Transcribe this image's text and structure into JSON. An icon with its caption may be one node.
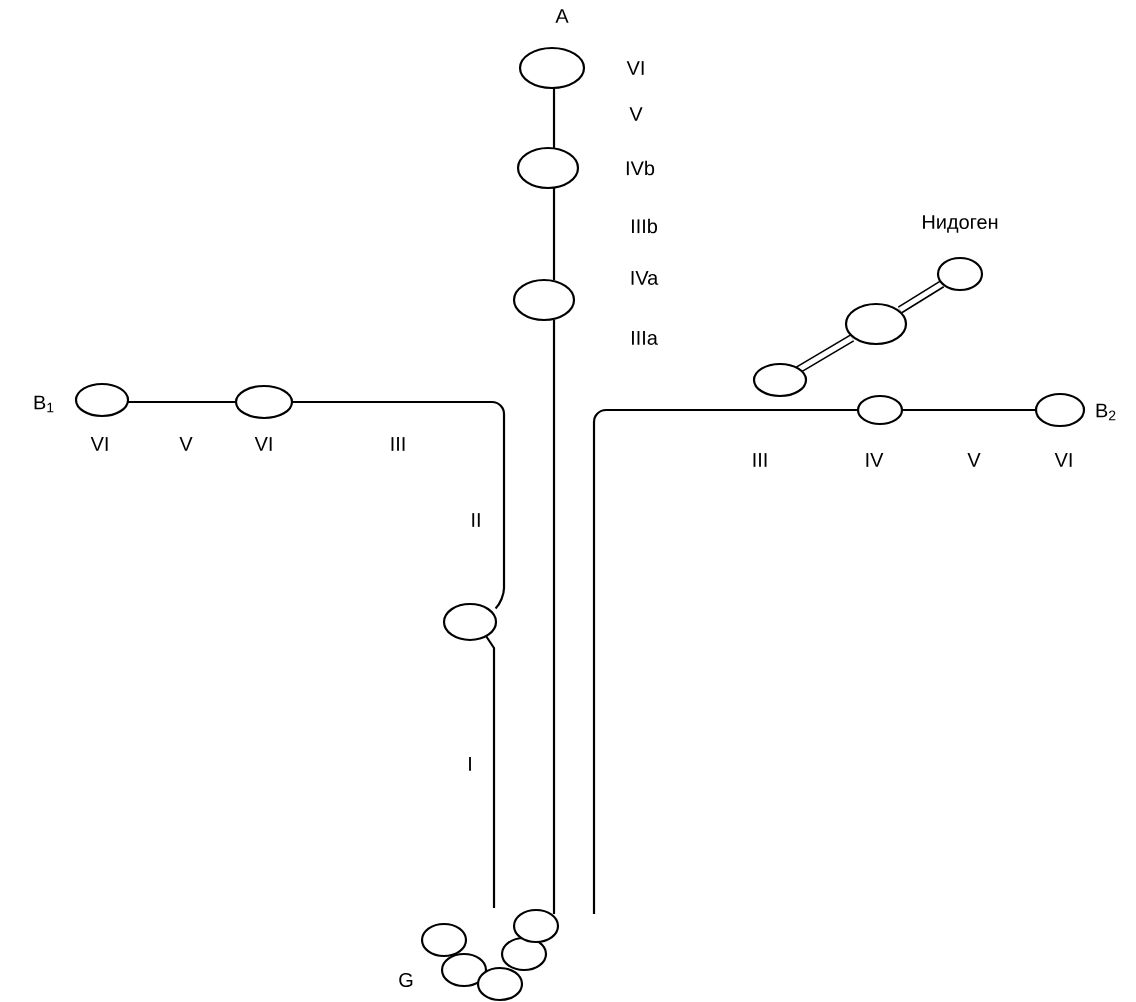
{
  "diagram": {
    "labels": [
      "A",
      "VI",
      "V",
      "IVb",
      "IIIb",
      "Нидоген",
      "IVa",
      "IIIa",
      "B$_{1}$",
      "B$_{2}$",
      "VI",
      "V",
      "VI",
      "III",
      "III",
      "IV",
      "V",
      "VI",
      "II",
      "I",
      "G"
    ]
  }
}
